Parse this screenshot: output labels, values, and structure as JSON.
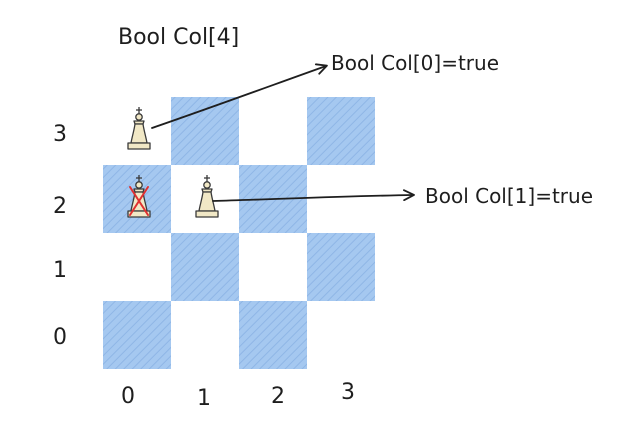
{
  "title": "Bool Col[4]",
  "annotations": [
    {
      "text": "Bool Col[0]=true",
      "points_to": "queen-row-3-col-0"
    },
    {
      "text": "Bool Col[1]=true",
      "points_to": "queen-row-2-col-1"
    }
  ],
  "row_labels": [
    "3",
    "2",
    "1",
    "0"
  ],
  "col_labels": [
    "0",
    "1",
    "2",
    "3"
  ],
  "board": {
    "size": 4,
    "shaded_cells": [
      [
        3,
        1
      ],
      [
        3,
        3
      ],
      [
        2,
        0
      ],
      [
        2,
        2
      ],
      [
        1,
        1
      ],
      [
        1,
        3
      ],
      [
        0,
        0
      ],
      [
        0,
        2
      ]
    ],
    "pieces": [
      {
        "row": 3,
        "col": 0,
        "crossed": false
      },
      {
        "row": 2,
        "col": 0,
        "crossed": true
      },
      {
        "row": 2,
        "col": 1,
        "crossed": false
      }
    ]
  },
  "colors": {
    "shade": "#a5c8f0",
    "hatch": "#8fb6e6",
    "ink": "#1e1e1e",
    "piece_fill": "#f1e8c6",
    "piece_stroke": "#3a3a3a",
    "cross": "#e03131"
  }
}
